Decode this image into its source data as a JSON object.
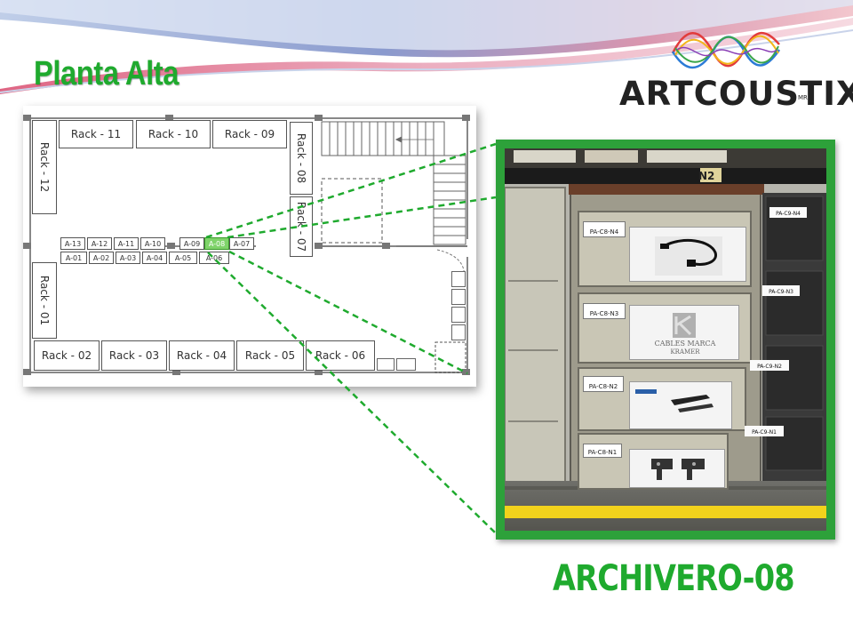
{
  "slide": {
    "title": "Planta Alta",
    "caption": "ARCHIVERO-08",
    "accent_color": "#1faa2e"
  },
  "brand": {
    "name": "ARTCOUSTIX",
    "mark": "MR"
  },
  "floorplan": {
    "racks": {
      "rack_11": "Rack - 11",
      "rack_10": "Rack - 10",
      "rack_09": "Rack - 09",
      "rack_12": "Rack - 12",
      "rack_08": "Rack - 08",
      "rack_07": "Rack - 07",
      "rack_01": "Rack - 01",
      "rack_02": "Rack - 02",
      "rack_03": "Rack - 03",
      "rack_04": "Rack - 04",
      "rack_05": "Rack - 05",
      "rack_06": "Rack - 06"
    },
    "shelves": {
      "a13": "A-13",
      "a12": "A-12",
      "a11": "A-11",
      "a10": "A-10",
      "a09": "A-09",
      "a08": "A-08",
      "a07": "A-07",
      "a01": "A-01",
      "a02": "A-02",
      "a03": "A-03",
      "a04": "A-04",
      "a05": "A-05",
      "a06": "A-06"
    },
    "highlighted_shelf": "A-08",
    "highlight_color": "#7fd36a"
  },
  "photo": {
    "labels": {
      "c8_n4": "PA-C8-N4",
      "c8_n3": "PA-C8-N3",
      "c8_n2": "PA-C8-N2",
      "c8_n1": "PA-C8-N1",
      "c9_n4": "PA-C9-N4",
      "c9_n3": "PA-C9-N3",
      "c9_n2": "PA-C9-N2",
      "c9_n1": "PA-C9-N1"
    },
    "card_text": {
      "cables_marca": "CABLES MARCA",
      "kramer": "KRAMER",
      "shelf_sign": "N2"
    }
  }
}
